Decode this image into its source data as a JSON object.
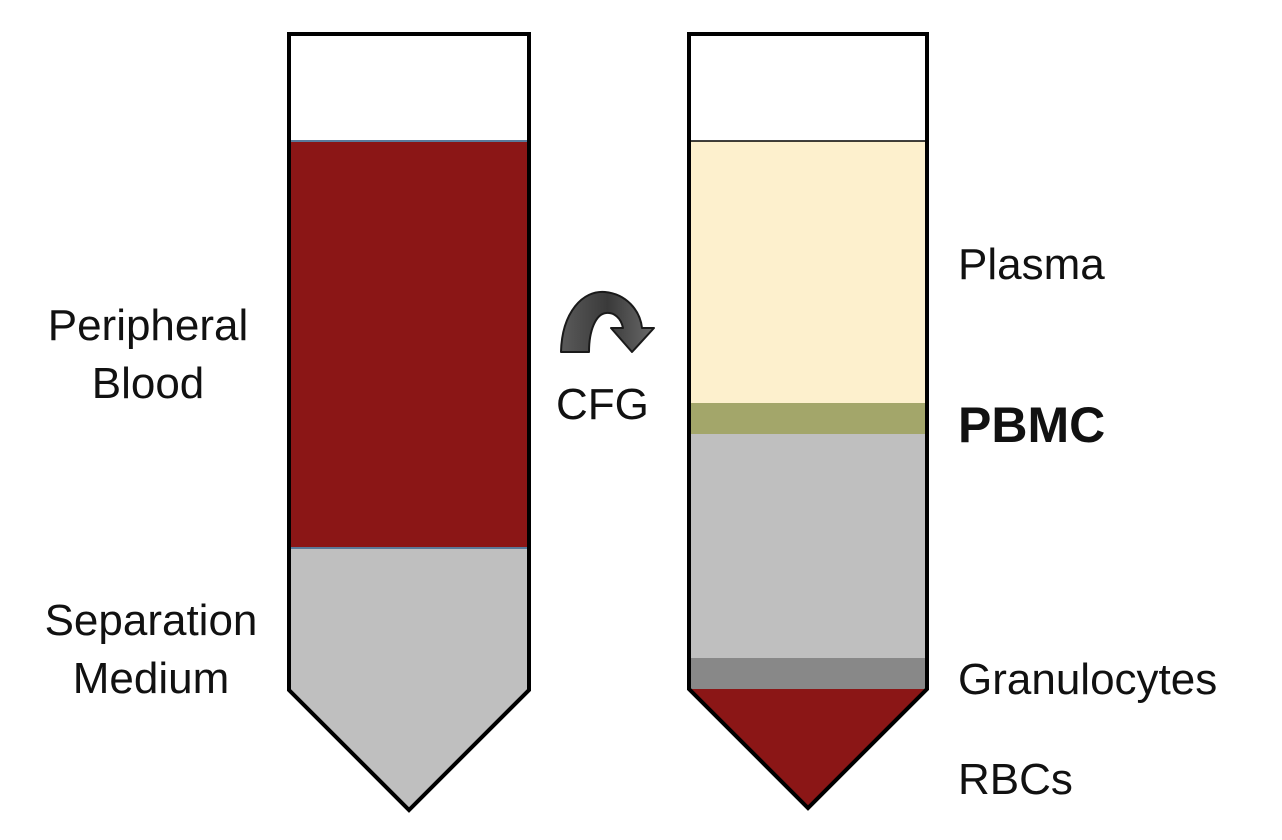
{
  "before_tube": {
    "labels": {
      "blood_line1": "Peripheral",
      "blood_line2": "Blood",
      "medium_line1": "Separation",
      "medium_line2": "Medium"
    },
    "colors": {
      "air": "#ffffff",
      "blood": "#8b1616",
      "medium": "#bfbfbf",
      "outline": "#000000"
    }
  },
  "process": {
    "label": "CFG",
    "icon": "curved-arrow-icon"
  },
  "after_tube": {
    "labels": {
      "plasma": "Plasma",
      "pbmc": "PBMC",
      "granulocytes": "Granulocytes",
      "rbcs": "RBCs"
    },
    "colors": {
      "air": "#ffffff",
      "plasma": "#fdf0cd",
      "pbmc": "#a3a66a",
      "medium": "#bfbfbf",
      "granulocytes": "#888888",
      "rbcs": "#8b1616",
      "outline": "#000000"
    }
  }
}
